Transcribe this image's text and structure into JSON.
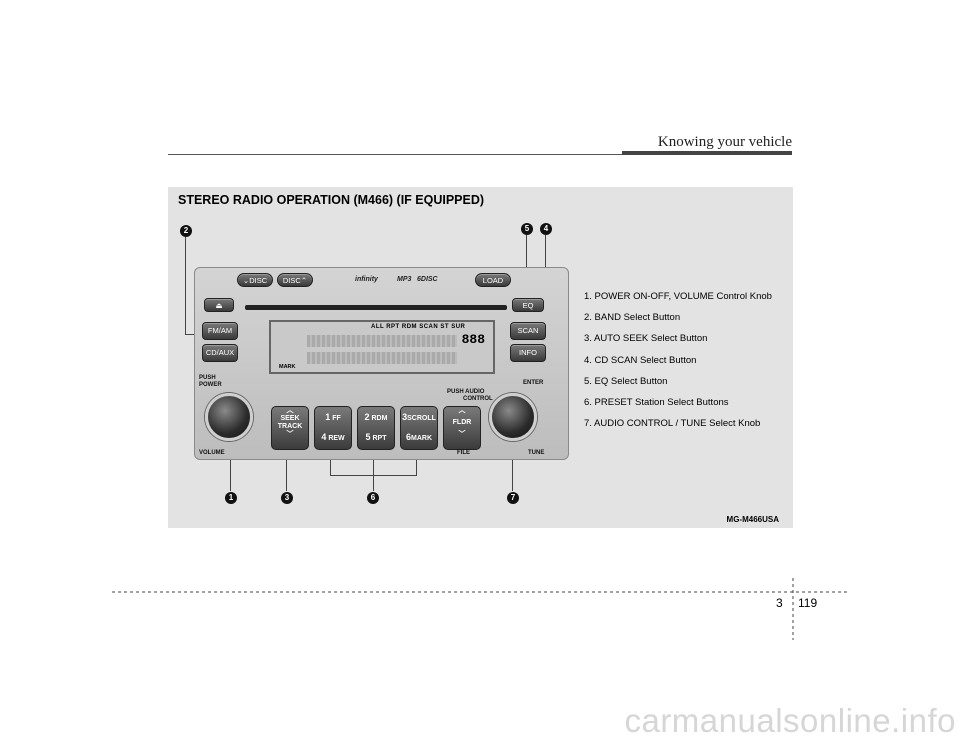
{
  "header": {
    "title": "Knowing your vehicle"
  },
  "panel": {
    "title": "STEREO RADIO OPERATION (M466) (IF EQUIPPED)",
    "figure_code": "MG-M466USA"
  },
  "legend": [
    "1. POWER ON-OFF, VOLUME Control Knob",
    "2. BAND Select Button",
    "3. AUTO SEEK Select Button",
    "4. CD SCAN Select Button",
    "5. EQ Select Button",
    "6. PRESET Station Select Buttons",
    "7. AUDIO CONTROL / TUNE Select Knob"
  ],
  "callouts": {
    "c1": "1",
    "c2": "2",
    "c3": "3",
    "c4": "4",
    "c5": "5",
    "c6": "6",
    "c7": "7"
  },
  "radio": {
    "disc_down": "DISC",
    "disc_up": "DISC",
    "load": "LOAD",
    "eject_icon": "⏏",
    "eq": "EQ",
    "fm_am": "FM/AM",
    "cd_aux": "CD/AUX",
    "scan": "SCAN",
    "info": "INFO",
    "logo_infinity": "infinity",
    "logo_mp3": "MP3",
    "logo_disc": "6DISC",
    "display_indicators": "ALL  RPT  RDM  SCAN  ST  SUR",
    "display_digits": "888",
    "display_mark": "MARK",
    "push_power_1": "PUSH",
    "push_power_2": "POWER",
    "push_audio_1": "PUSH",
    "push_audio_2": "AUDIO",
    "push_audio_3": "CONTROL",
    "enter": "ENTER",
    "volume": "VOLUME",
    "file": "FILE",
    "tune": "TUNE",
    "seek_1": "SEEK",
    "seek_2": "TRACK",
    "fldr": "FLDR",
    "presets": {
      "p1_num": "1",
      "p1_lbl": "FF",
      "p4_num": "4",
      "p4_lbl": "REW",
      "p2_num": "2",
      "p2_lbl": "RDM",
      "p5_num": "5",
      "p5_lbl": "RPT",
      "p3_num": "3",
      "p3_lbl": "SCROLL",
      "p6_num": "6",
      "p6_lbl": "MARK"
    }
  },
  "footer": {
    "section": "3",
    "page": "119"
  },
  "watermark": "carmanualsonline.info"
}
